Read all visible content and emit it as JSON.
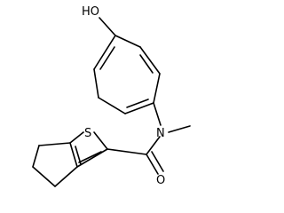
{
  "molecule": {
    "atoms": {
      "hydroxyl": "HO",
      "nitrogen": "N",
      "sulfur": "S",
      "oxygen": "O"
    }
  }
}
